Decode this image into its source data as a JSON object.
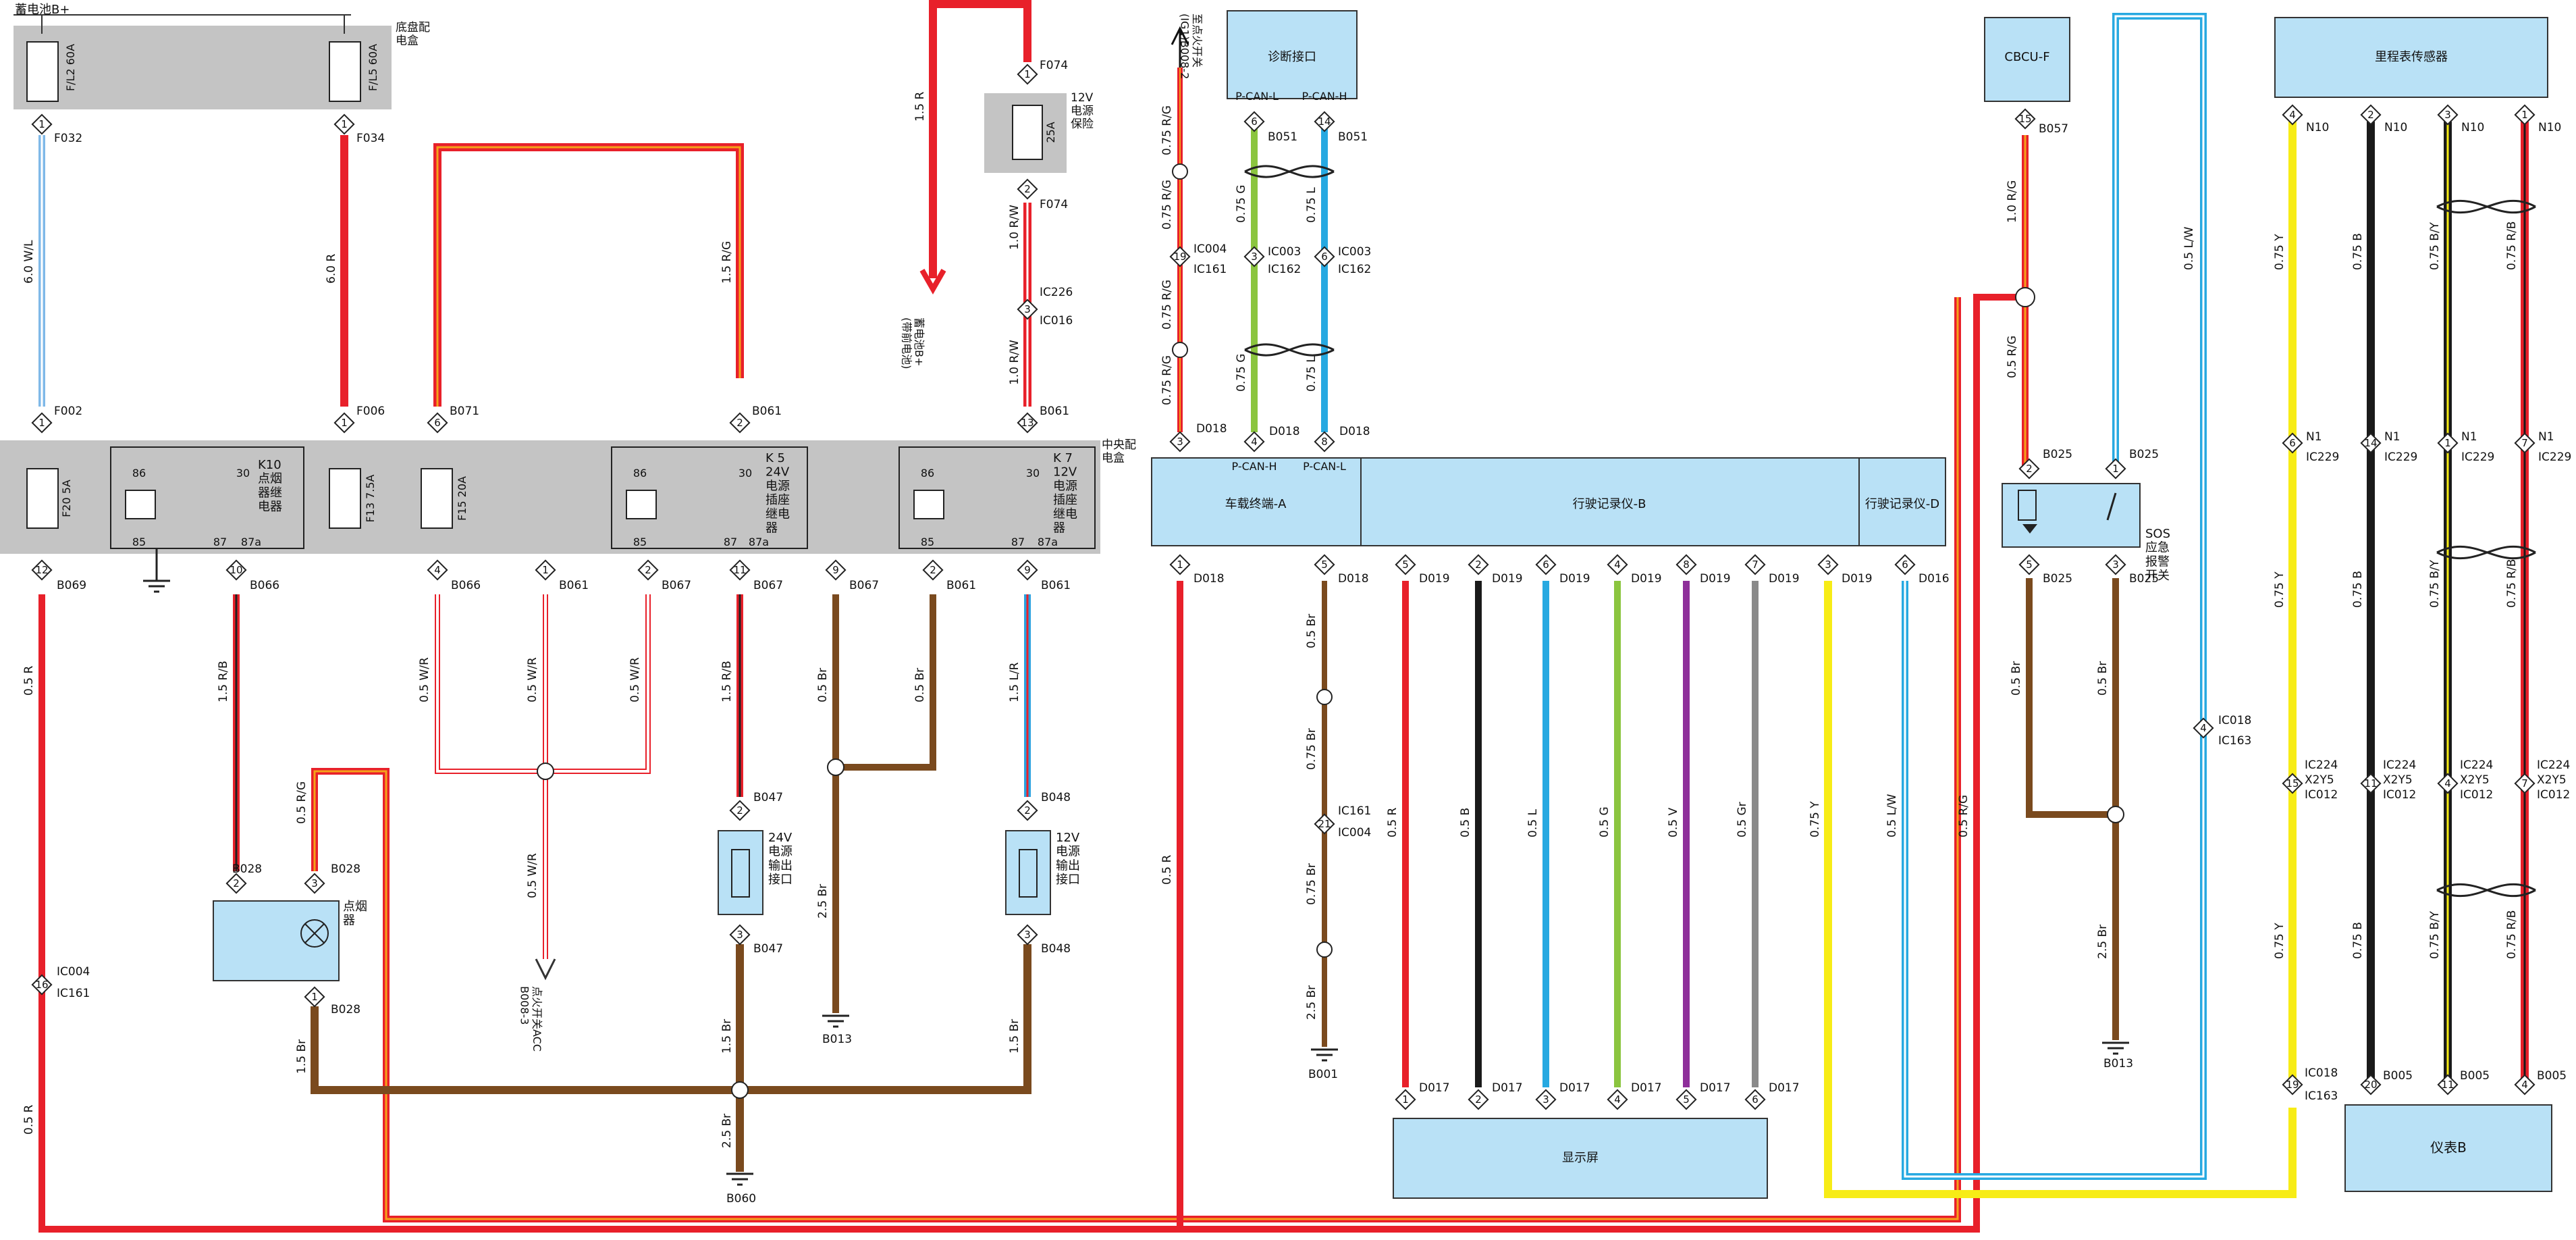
{
  "battery_top": "蓄电池B+",
  "chassis_box": "底盘配\n电盒",
  "central_box": "中央配\n电盒",
  "fuses": {
    "fl2": "F/L2 60A",
    "fl5": "F/L5 60A",
    "f20": "F20 5A",
    "f13": "F13 7.5A",
    "f15": "F15 20A",
    "f25": "25A"
  },
  "relays": {
    "k10": "K10\n点烟\n器继\n电器",
    "k5": "K 5\n24V\n电源\n插座\n继电\n器",
    "k7": "K 7\n12V\n电源\n插座\n继电\n器",
    "pins": [
      "86",
      "30",
      "85",
      "87",
      "87a"
    ]
  },
  "protect_label": "12V\n电源\n保险",
  "arrow_battery": "蓄电池B+\n(带前电池)",
  "arrow_ignition": "至点火开关\n(IG1)B008-2",
  "arrow_acc": "点火开关ACC\nB008-3",
  "modules": {
    "diag": "诊断接口",
    "diag_pins": [
      "P-CAN-L",
      "P-CAN-H"
    ],
    "term_a": "车载终端-A",
    "term_pins": [
      "P-CAN-H",
      "P-CAN-L"
    ],
    "rec_b": "行驶记录仪-B",
    "rec_d": "行驶记录仪-D",
    "cbcu": "CBCU-F",
    "odo": "里程表传感器",
    "display": "显示屏",
    "meter": "仪表B",
    "socket24": "24V\n电源\n输出\n接口",
    "socket12": "12V\n电源\n输出\n接口",
    "lighter": "点烟\n器",
    "sos": "SOS\n应急\n报警\n开关"
  },
  "wires": {
    "w60WL": "6.0 W/L",
    "w60R": "6.0 R",
    "w15RG": "1.5 R/G",
    "w15R": "1.5 R",
    "w10RW": "1.0 R/W",
    "w075RG": "0.75 R/G",
    "w075G": "0.75 G",
    "w075L": "0.75 L",
    "w05R": "0.5 R",
    "w15RB": "1.5 R/B",
    "w05WR": "0.5 W/R",
    "w05Br": "0.5 Br",
    "w15LR": "1.5 L/R",
    "w05RG": "0.5 R/G",
    "w25Br": "2.5 Br",
    "w15Br": "1.5 Br",
    "w075Br": "0.75 Br",
    "w05B": "0.5 B",
    "w05L": "0.5 L",
    "w05G": "0.5 G",
    "w05V": "0.5 V",
    "w05Gr": "0.5 Gr",
    "w075Y": "0.75 Y",
    "w05LW": "0.5 L/W",
    "w05RG2": "0.5 R/G",
    "w10RG": "1.0 R/G",
    "w05LW2": "0.5 L/W",
    "w075B": "0.75 B",
    "w075BY": "0.75 B/Y",
    "w075RB": "0.75 R/B"
  },
  "connectors": {
    "F032": "F032",
    "F034": "F034",
    "F002": "F002",
    "F006": "F006",
    "B071": "B071",
    "B061": "B061",
    "F074": "F074",
    "IC226": "IC226",
    "IC016": "IC016",
    "B069": "B069",
    "B066": "B066",
    "B067": "B067",
    "IC004": "IC004",
    "IC161": "IC161",
    "B028": "B028",
    "B047": "B047",
    "B048": "B048",
    "B013": "B013",
    "B060": "B060",
    "D018": "D018",
    "D019": "D019",
    "D016": "D016",
    "D017": "D017",
    "B001": "B001",
    "B051": "B051",
    "IC003": "IC003",
    "IC162": "IC162",
    "B057": "B057",
    "B025": "B025",
    "IC018": "IC018",
    "IC163": "IC163",
    "N10": "N10",
    "N1": "N1",
    "IC229": "IC229",
    "IC224": "IC224",
    "X2Y5": "X2Y5",
    "IC012": "IC012",
    "B005": "B005"
  }
}
